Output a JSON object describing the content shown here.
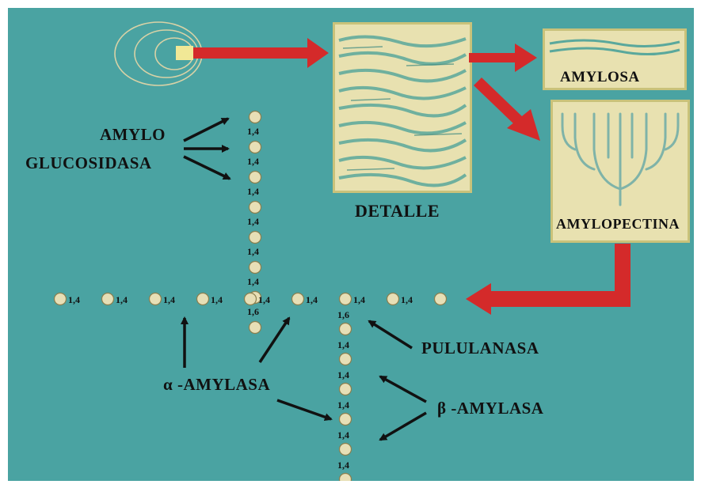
{
  "colors": {
    "background": "#4aa3a2",
    "box_fill": "#e8e1b0",
    "red_arrow": "#d42a2a",
    "black_arrow": "#111111",
    "glucose_bead": "#e7dfb6"
  },
  "labels": {
    "detalle": "DETALLE",
    "amylosa": "AMYLOSA",
    "amylopectina": "AMYLOPECTINA",
    "amylo": "AMYLO",
    "glucosidasa": "GLUCOSIDASA",
    "alpha_amylasa": "α -AMYLASA",
    "pullulanasa": "PULULANASA",
    "beta_amylasa": "β -AMYLASA"
  },
  "chains": {
    "vertical_upper": [
      "1,4",
      "1,4",
      "1,4",
      "1,4",
      "1,4",
      "1,4",
      "1,6"
    ],
    "horizontal": [
      "1,4",
      "1,4",
      "1,4",
      "1,4",
      "1,4",
      "1,4",
      "1,4",
      "1,4"
    ],
    "vertical_lower": [
      "1,6",
      "1,4",
      "1,4",
      "1,4",
      "1,4",
      "1,4"
    ]
  }
}
